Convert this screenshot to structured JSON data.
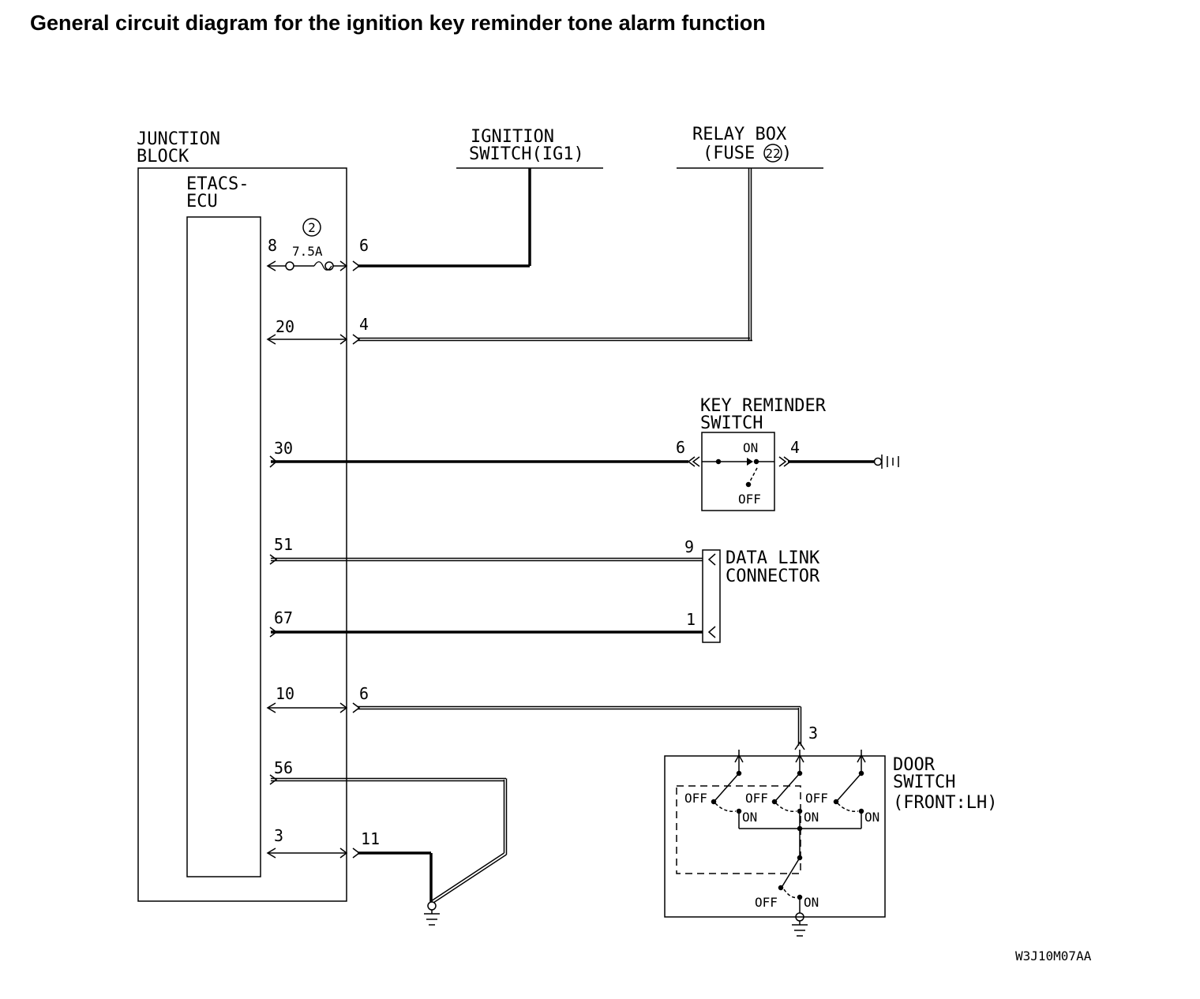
{
  "title": "General circuit diagram for the ignition key reminder tone alarm function",
  "labels": {
    "junction_block": [
      "JUNCTION",
      "BLOCK"
    ],
    "etacs_ecu": [
      "ETACS-",
      "ECU"
    ],
    "ignition_switch": [
      "IGNITION",
      "SWITCH(IG1)"
    ],
    "relay_box": [
      "RELAY BOX",
      "(FUSE",
      ")"
    ],
    "relay_fuse_number": "22",
    "fuse_number": "2",
    "fuse_rating": "7.5A",
    "key_reminder_switch": [
      "KEY REMINDER",
      "SWITCH"
    ],
    "data_link_connector": [
      "DATA LINK",
      "CONNECTOR"
    ],
    "door_switch": [
      "DOOR",
      "SWITCH",
      "(FRONT:LH)"
    ],
    "on": "ON",
    "off": "OFF",
    "reference_code": "W3J10M07AA"
  },
  "pins": {
    "ecu": [
      "8",
      "20",
      "30",
      "51",
      "67",
      "10",
      "56",
      "3"
    ],
    "junction_block": [
      "6",
      "4",
      "6",
      "11"
    ],
    "key_reminder": [
      "6",
      "4"
    ],
    "data_link": [
      "9",
      "1"
    ],
    "door_switch": "3"
  },
  "colors": {
    "line": "#000000",
    "background": "#ffffff"
  }
}
